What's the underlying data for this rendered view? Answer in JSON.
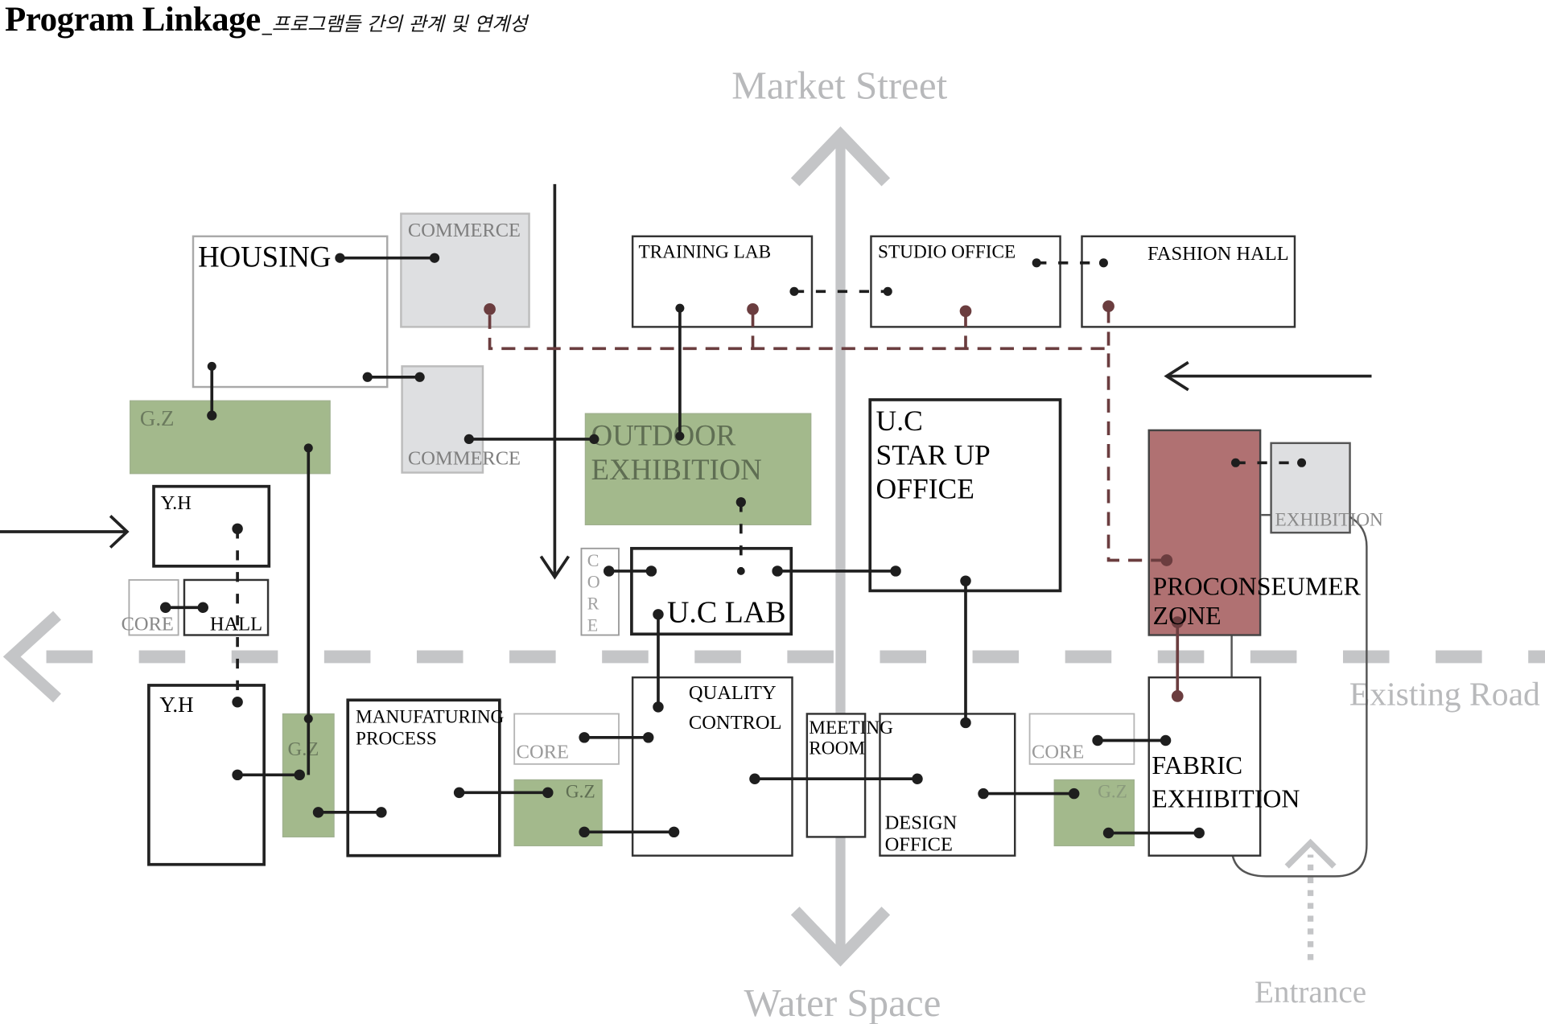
{
  "title": {
    "main": "Program Linkage",
    "subtitle": "_프로그램들 간의 관계 및 연계성"
  },
  "colors": {
    "green_zone": "#a3b98c",
    "green_text": "#5f6e53",
    "commerce_fill": "#dedfe1",
    "proconsumer_fill": "#b07172",
    "maroon_link": "#6b3d3f",
    "road_gray": "#c4c5c7",
    "label_gray": "#b8b9bb",
    "box_stroke": "#2a2a2a"
  },
  "context_labels": {
    "market_street": "Market Street",
    "water_space": "Water Space",
    "existing_road": "Existing Road",
    "entrance": "Entrance"
  },
  "programs": {
    "housing": "HOUSING",
    "commerce_top": "COMMERCE",
    "commerce_mid": "COMMERCE",
    "gz_left": "G.Z",
    "yh_upper": "Y.H",
    "core_left": "CORE",
    "hall": "HALL",
    "yh_lower": "Y.H",
    "gz_lower_left": "G.Z",
    "manufacturing_line1": "MANUFATURING",
    "manufacturing_line2": "PROCESS",
    "core_mid": "CORE",
    "gz_mid": "G.Z",
    "training_lab": "TRAINING LAB",
    "outdoor_line1": "OUTDOOR",
    "outdoor_line2": "EXHIBITION",
    "core_vertical": [
      "C",
      "O",
      "R",
      "E"
    ],
    "uc_lab": "U.C LAB",
    "quality_line1": "QUALITY",
    "quality_line2": "CONTROL",
    "meeting_line1": "MEETING",
    "meeting_line2": "ROOM",
    "studio_office": "STUDIO OFFICE",
    "fashion_hall": "FASHION HALL",
    "uc_star_line1": "U.C",
    "uc_star_line2": "STAR UP",
    "uc_star_line3": "OFFICE",
    "design_line1": "DESIGN",
    "design_line2": "OFFICE",
    "core_right": "CORE",
    "gz_right": "G.Z",
    "exhibition": "EXHIBITION",
    "proconsumer_line1": "PROCONSEUMER",
    "proconsumer_line2": "ZONE",
    "fabric_line1": "FABRIC",
    "fabric_line2": "EXHIBITION"
  }
}
